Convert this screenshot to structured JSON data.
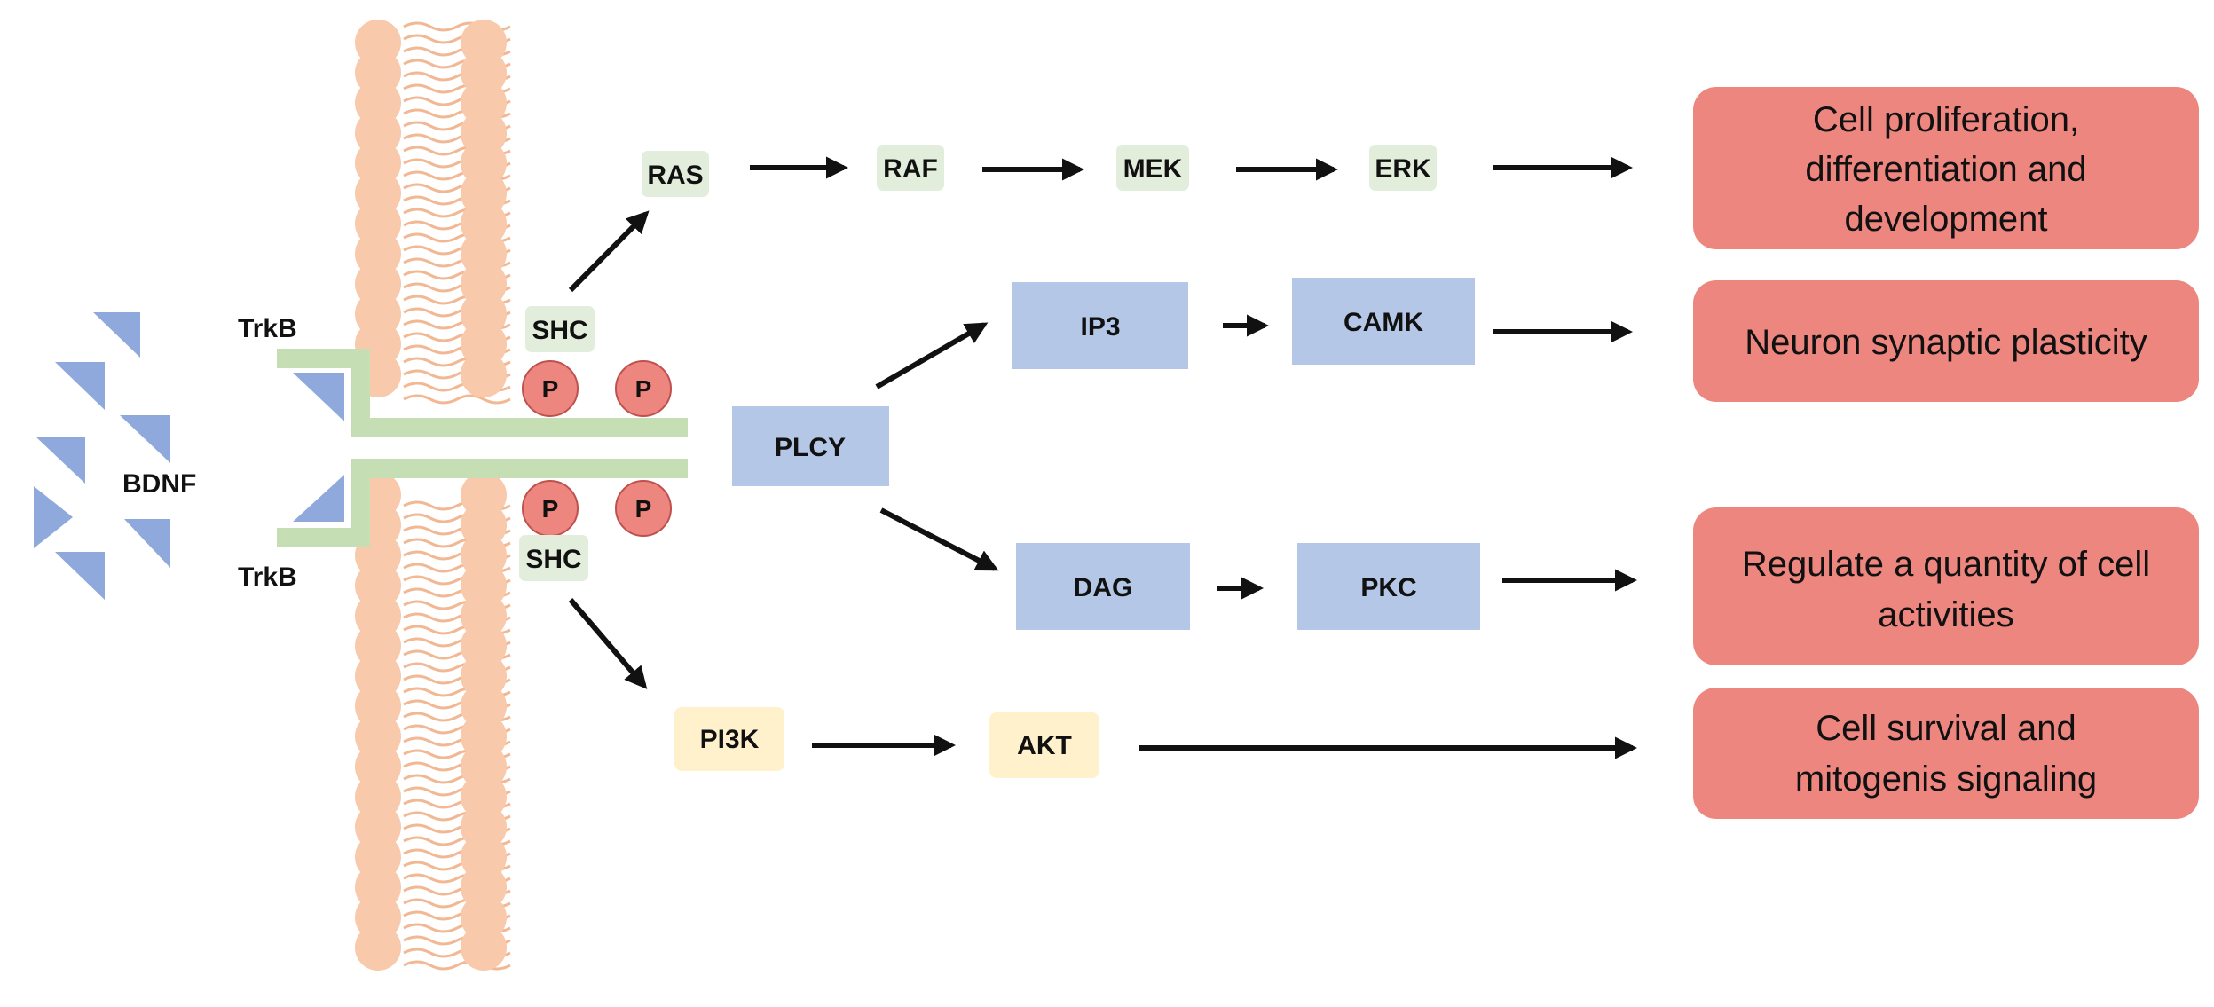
{
  "colors": {
    "lipid": "#F8C9AA",
    "lipid_tail": "#F2B894",
    "receptor": "#C5DEB4",
    "ligand": "#8FA9DC",
    "green_node": "#E2EEDB",
    "blue_node": "#B4C7E7",
    "yellow_node": "#FFF1CC",
    "outcome": "#EE8680",
    "phospho": "#EE8680",
    "arrow": "#111111"
  },
  "labels": {
    "bdnf": "BDNF",
    "trkb_top": "TrkB",
    "trkb_bottom": "TrkB",
    "phospho": "P"
  },
  "nodes": {
    "ras": "RAS",
    "raf": "RAF",
    "mek": "MEK",
    "erk": "ERK",
    "shc_top": "SHC",
    "shc_bottom": "SHC",
    "plcy": "PLCY",
    "ip3": "IP3",
    "camk": "CAMK",
    "dag": "DAG",
    "pkc": "PKC",
    "pi3k": "PI3K",
    "akt": "AKT"
  },
  "outcomes": {
    "erk_outcome": [
      "Cell proliferation,",
      "differentiation and",
      "development"
    ],
    "camk_outcome": [
      "Neuron synaptic plasticity"
    ],
    "pkc_outcome": [
      "Regulate a quantity of cell",
      "activities"
    ],
    "akt_outcome": [
      "Cell survival and",
      "mitogenis signaling"
    ]
  }
}
